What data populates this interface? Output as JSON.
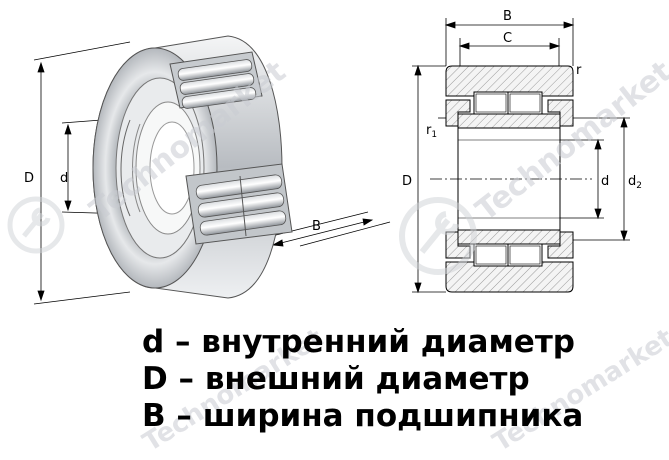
{
  "figure": {
    "iso_labels": {
      "D": "D",
      "d": "d",
      "B": "B"
    },
    "section_labels": {
      "B": "B",
      "C": "C",
      "r": "r",
      "r1": "r",
      "r1_sub": "1",
      "D": "D",
      "d": "d",
      "d2": "d",
      "d2_sub": "2"
    }
  },
  "legend": [
    "d – внутренний диаметр",
    "D – внешний диаметр",
    "B – ширина подшипника"
  ],
  "watermark": {
    "text": "Technomarket",
    "icon": "wrench-logo-icon"
  }
}
